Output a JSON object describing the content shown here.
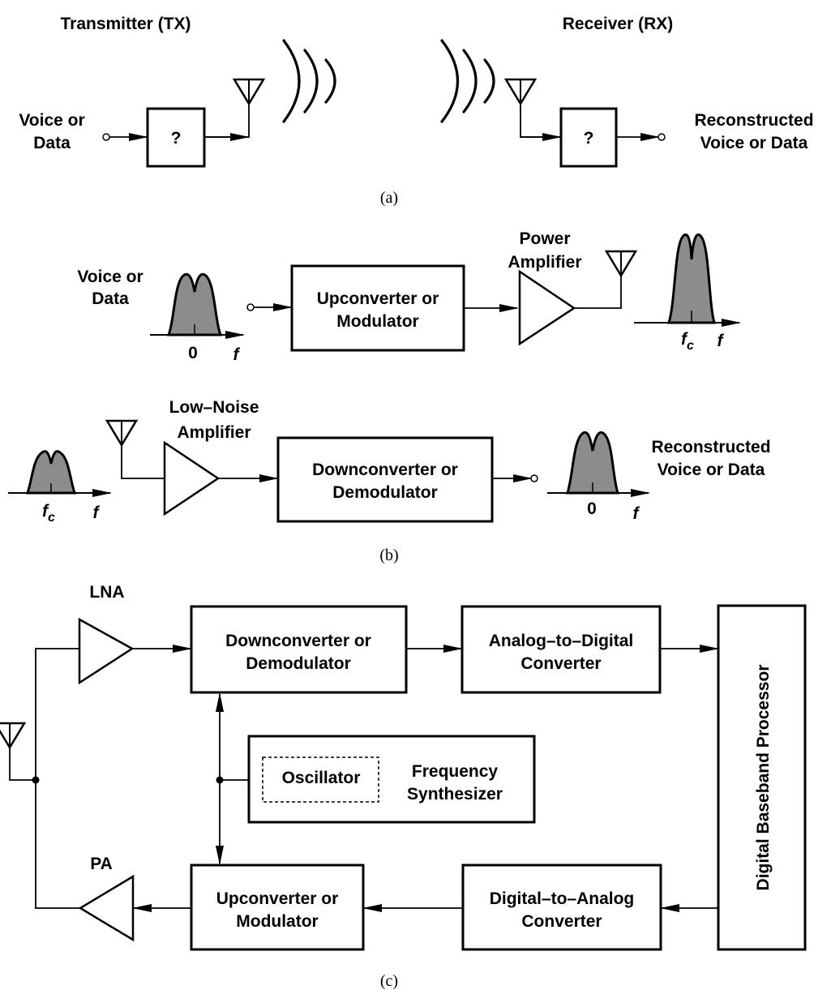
{
  "panel_a": {
    "tx_title": "Transmitter (TX)",
    "rx_title": "Receiver (RX)",
    "input": [
      "Voice or",
      "Data"
    ],
    "tx_block": "?",
    "rx_block": "?",
    "output": [
      "Reconstructed",
      "Voice or Data"
    ],
    "caption": "(a)"
  },
  "panel_b": {
    "tx_input": [
      "Voice or",
      "Data"
    ],
    "upconverter": [
      "Upconverter or",
      "Modulator"
    ],
    "pa_label": [
      "Power",
      "Amplifier"
    ],
    "tx_spec_center": "0",
    "tx_spec_axis": "f",
    "pa_spec_center": "f",
    "pa_spec_center_sub": "c",
    "pa_spec_axis": "f",
    "lna_label": [
      "Low–Noise",
      "Amplifier"
    ],
    "rx_spec_center": "f",
    "rx_spec_center_sub": "c",
    "rx_spec_axis": "f",
    "downconverter": [
      "Downconverter or",
      "Demodulator"
    ],
    "out_spec_center": "0",
    "out_spec_axis": "f",
    "output": [
      "Reconstructed",
      "Voice or Data"
    ],
    "caption": "(b)"
  },
  "panel_c": {
    "lna": "LNA",
    "pa": "PA",
    "downconverter": [
      "Downconverter or",
      "Demodulator"
    ],
    "adc": [
      "Analog–to–Digital",
      "Converter"
    ],
    "dac": [
      "Digital–to–Analog",
      "Converter"
    ],
    "upconverter": [
      "Upconverter or",
      "Modulator"
    ],
    "oscillator": "Oscillator",
    "synth": [
      "Frequency",
      "Synthesizer"
    ],
    "dsp": "Digital Baseband Processor",
    "caption": "(c)"
  }
}
